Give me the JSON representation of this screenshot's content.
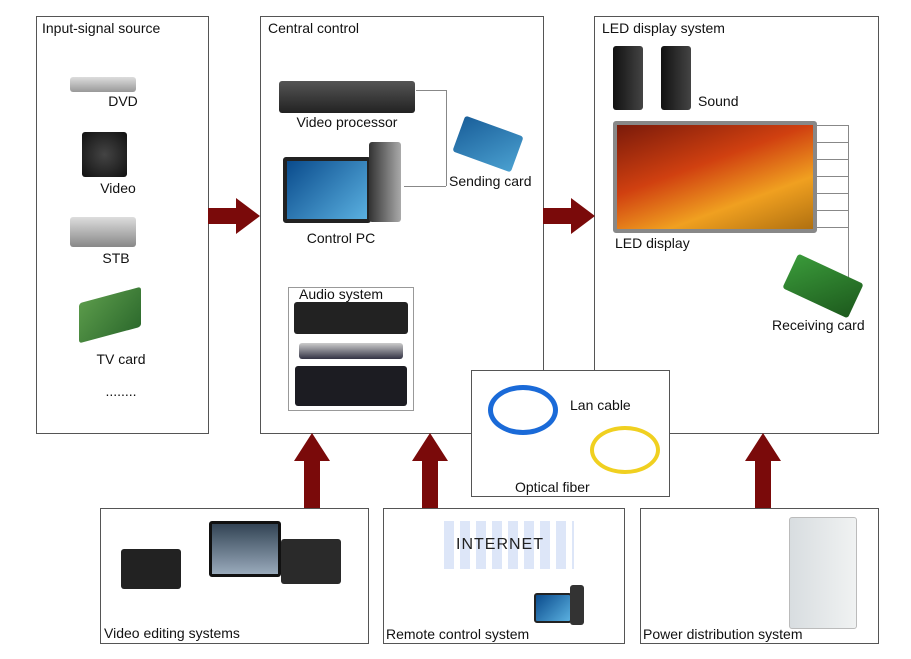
{
  "input_source": {
    "title": "Input-signal source",
    "items": [
      "DVD",
      "Video",
      "STB",
      "TV card"
    ],
    "more": "........"
  },
  "central_control": {
    "title": "Central control",
    "video_processor": "Video processor",
    "control_pc": "Control PC",
    "sending_card": "Sending card",
    "audio_system": "Audio system"
  },
  "led_system": {
    "title": "LED display system",
    "sound": "Sound",
    "led_display": "LED display",
    "receiving_card": "Receiving card"
  },
  "cables": {
    "lan": "Lan cable",
    "fiber": "Optical fiber"
  },
  "bottom": {
    "video_editing": "Video editing systems",
    "remote_control": "Remote control system",
    "internet_logo": "INTERNET",
    "power": "Power distribution system"
  },
  "colors": {
    "arrow": "#7a0a0a",
    "border": "#555555"
  }
}
